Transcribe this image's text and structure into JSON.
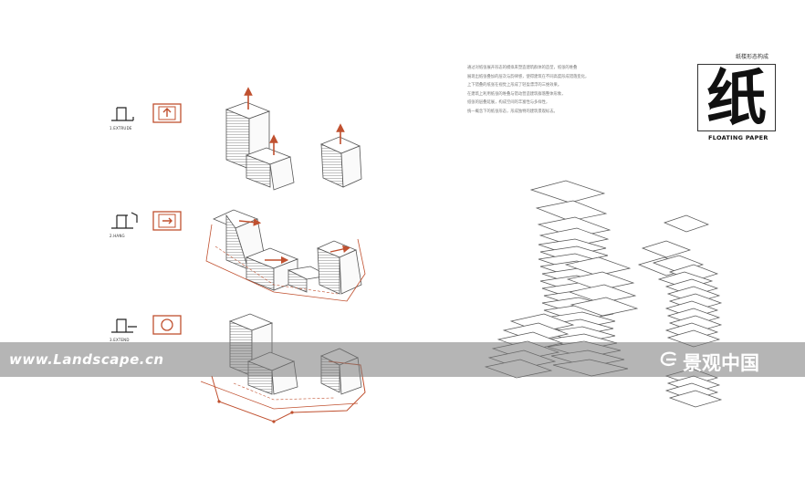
{
  "header": {
    "title_cn": "纸楼形态构成",
    "big_char": "纸",
    "title_en": "FLOATING PAPER"
  },
  "intro_lines": [
    "通过对纸张展开形态的模拟来塑造建筑群体的造型，纸张的堆叠",
    "展现出纸张叠加的层次与韵律感，使得建筑在不同高度形成错落变化，",
    "上下错叠的纸张在视觉上形成了轻盈漂浮的三维效果。",
    "在建筑上利用纸张的堆叠与错动营造建筑群落整体形象，",
    "纸张的层叠延展，构成空间的丰富性与多样性，",
    "统一概念下的纸张形态，形成独特的建筑景观标志。"
  ],
  "operations": [
    {
      "label": "1.EXTRUDE",
      "icon": "arrow-up-icon"
    },
    {
      "label": "2.HANG",
      "icon": "arrow-right-icon"
    },
    {
      "label": "3.EXTEND",
      "icon": "circle-icon"
    }
  ],
  "watermark": {
    "left": "www.Landscape.cn",
    "right": "景观中国"
  },
  "colors": {
    "accent": "#c0502f",
    "line": "#444444",
    "band": "#8a8a8a"
  }
}
